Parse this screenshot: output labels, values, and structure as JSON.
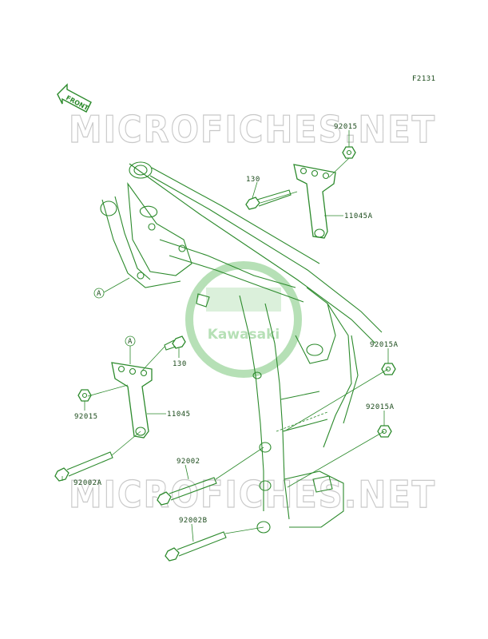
{
  "figure_code": "F2131",
  "front_arrow_label": "FRONT",
  "watermark_text": "MICROFICHES.NET",
  "logo_text": "Kawasaki",
  "colors": {
    "line": "#2c8a2c",
    "label": "#1a4a1a",
    "watermark": "#c8c8c8",
    "logo": "#7cc77c"
  },
  "callouts": {
    "a_ref_frame": "A",
    "a_ref_bracket": "A",
    "p130_top": "130",
    "p11045a": "11045A",
    "p92015_top": "92015",
    "p130_mid": "130",
    "p11045": "11045",
    "p92015_left": "92015",
    "p92015a_top": "92015A",
    "p92015a_mid": "92015A",
    "p92002a": "92002A",
    "p92002": "92002",
    "p92002b": "92002B"
  }
}
